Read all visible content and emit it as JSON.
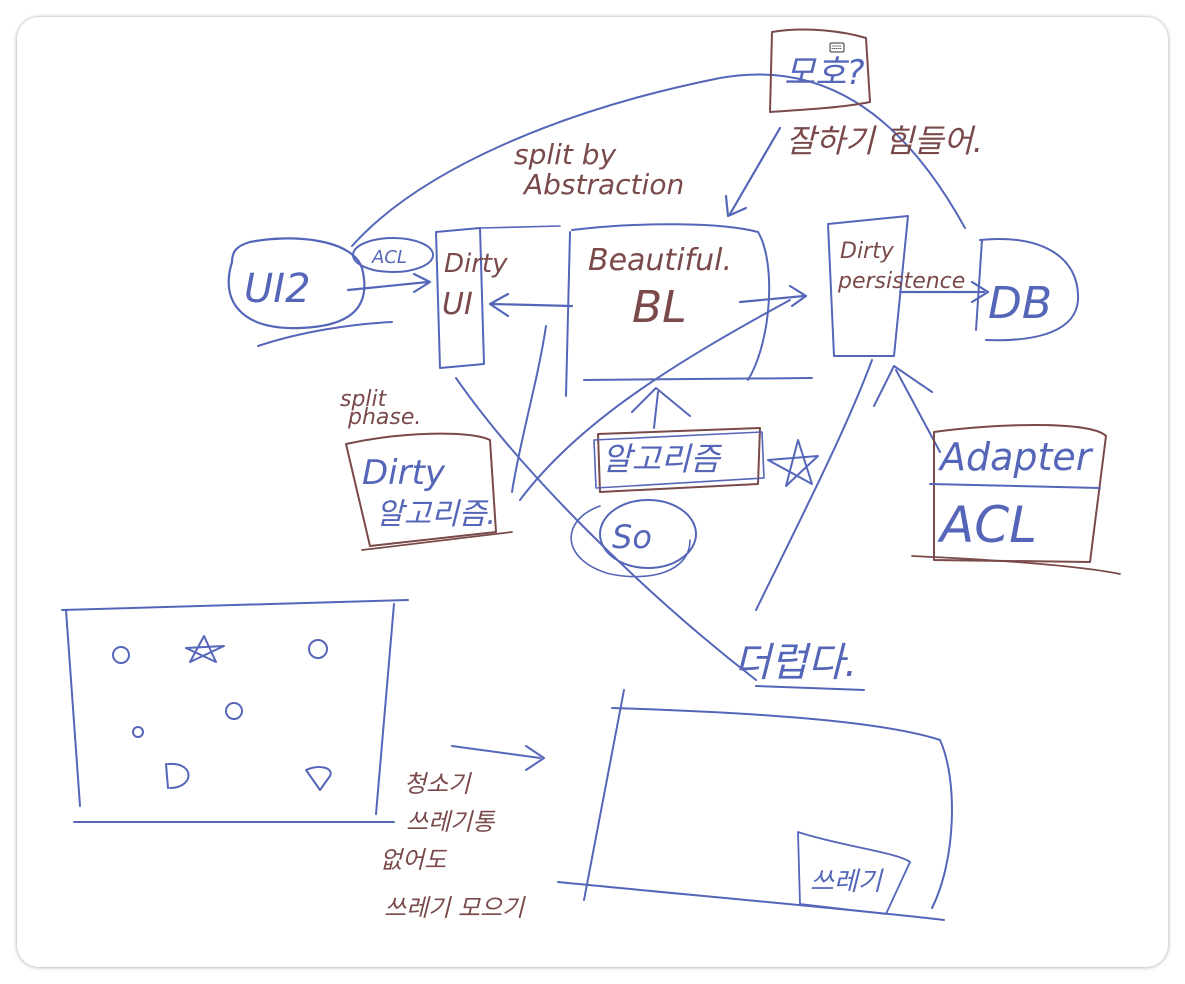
{
  "colors": {
    "ink_blue": "#5566b8",
    "ink_brown": "#7a4a4a",
    "background": "#ffffff"
  },
  "icons": {
    "keyboard": "keyboard-icon"
  },
  "labels": {
    "ui2": "UI2",
    "acl_badge": "ACL",
    "dirty_ui_line1": "Dirty",
    "dirty_ui_line2": "UI",
    "split_by_line1": "split by",
    "split_by_line2": "Abstraction",
    "beautiful_line1": "Beautiful.",
    "beautiful_line2": "BL",
    "dirty_persistence_line1": "Dirty",
    "dirty_persistence_line2": "persistence",
    "db": "DB",
    "top_korean": "모호?",
    "top_note": "잘하기 힘들어.",
    "split_phase_line1": "split",
    "split_phase_line2": "phase.",
    "dirty_algorithm_line1": "Dirty",
    "dirty_algorithm_line2": "알고리즘.",
    "algorithm_box": "알고리즘",
    "so": "So",
    "adapter": "Adapter",
    "acl": "ACL",
    "center_note": "더럽다.",
    "cleaner_line1": "청소기",
    "cleaner_line2": "쓰레기통",
    "cleaner_line3": "없어도",
    "cleaner_line4": "쓰레기 모으기",
    "bin_label": "쓰레기"
  }
}
